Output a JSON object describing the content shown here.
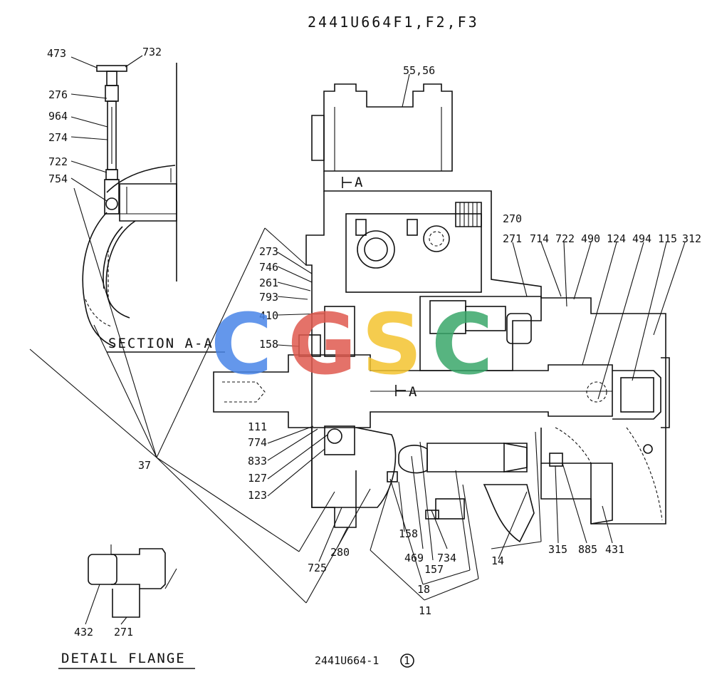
{
  "title": "2441U664F1,F2,F3",
  "drawing_number": "2441U664-1",
  "drawing_revision": "1",
  "section_caption": "SECTION A-A",
  "detail_caption": "DETAIL FLANGE",
  "section_marker": "A",
  "watermark": {
    "letters": [
      "C",
      "G",
      "S",
      "C"
    ],
    "colors": [
      "#4a86e8",
      "#e05a4f",
      "#f4c430",
      "#3aa86b"
    ]
  },
  "part_labels": {
    "p473": "473",
    "p732": "732",
    "p276": "276",
    "p964": "964",
    "p274": "274",
    "p722a": "722",
    "p754": "754",
    "p5556": "55,56",
    "p270": "270",
    "p271a": "271",
    "p714": "714",
    "p722b": "722",
    "p490": "490",
    "p124": "124",
    "p494": "494",
    "p115": "115",
    "p312": "312",
    "p273": "273",
    "p746": "746",
    "p261": "261",
    "p793": "793",
    "p410": "410",
    "p158a": "158",
    "p111": "111",
    "p774": "774",
    "p833": "833",
    "p127": "127",
    "p123": "123",
    "p37": "37",
    "p725": "725",
    "p280": "280",
    "p158b": "158",
    "p469": "469",
    "p157": "157",
    "p734": "734",
    "p18": "18",
    "p11": "11",
    "p14": "14",
    "p315": "315",
    "p885": "885",
    "p431": "431",
    "p432": "432",
    "p271b": "271"
  }
}
